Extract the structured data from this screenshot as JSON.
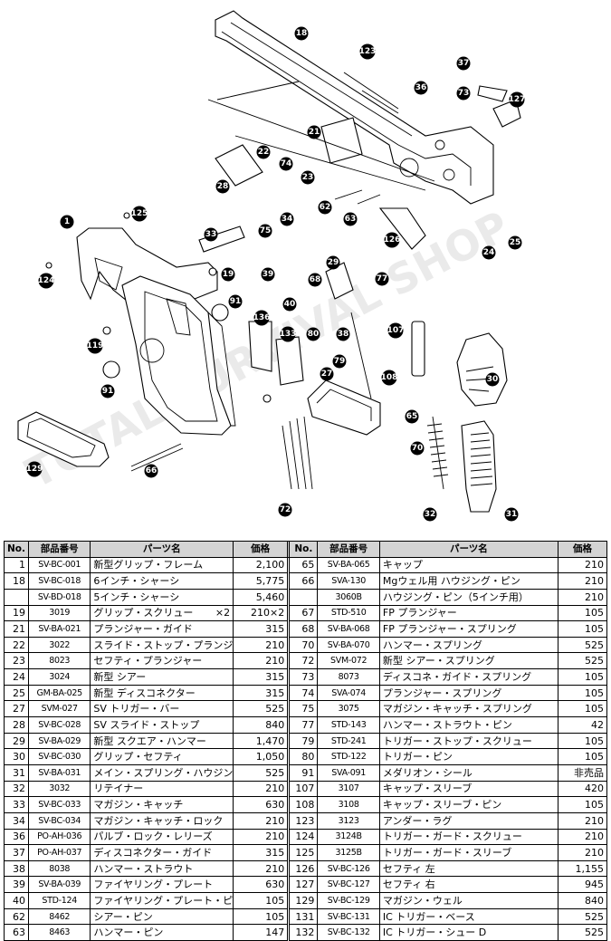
{
  "diagram": {
    "callouts": [
      "18",
      "123",
      "37",
      "36",
      "73",
      "127",
      "21",
      "22",
      "74",
      "23",
      "28",
      "125",
      "1",
      "34",
      "62",
      "63",
      "126",
      "24",
      "25",
      "33",
      "75",
      "29",
      "19",
      "39",
      "68",
      "77",
      "124",
      "91",
      "40",
      "136",
      "133",
      "80",
      "38",
      "107",
      "119",
      "27",
      "79",
      "108",
      "65",
      "30",
      "91",
      "129",
      "70",
      "66",
      "72",
      "32",
      "31"
    ],
    "watermark": "TOTAL SURVIVAL SHOP"
  },
  "table": {
    "headers": {
      "no": "No.",
      "code": "部品番号",
      "name": "パーツ名",
      "price": "価格"
    },
    "left": [
      {
        "no": "1",
        "code": "SV-BC-001",
        "name": "新型グリップ・フレーム",
        "price": "2,100"
      },
      {
        "no": "18",
        "code": "SV-BC-018",
        "name": "6インチ・シャーシ",
        "price": "5,775"
      },
      {
        "no": "",
        "code": "SV-BD-018",
        "name": "5インチ・シャーシ",
        "price": "5,460"
      },
      {
        "no": "19",
        "code": "3019",
        "name": "グリップ・スクリュー",
        "qty": "×2",
        "price": "210×2"
      },
      {
        "no": "21",
        "code": "SV-BA-021",
        "name": "プランジャー・ガイド",
        "price": "315"
      },
      {
        "no": "22",
        "code": "3022",
        "name": "スライド・ストップ・プランジャー",
        "price": "210"
      },
      {
        "no": "23",
        "code": "8023",
        "name": "セフティ・プランジャー",
        "price": "210"
      },
      {
        "no": "24",
        "code": "3024",
        "name": "新型 シアー",
        "price": "315"
      },
      {
        "no": "25",
        "code": "GM-BA-025",
        "name": "新型 ディスコネクター",
        "price": "315"
      },
      {
        "no": "27",
        "code": "SVM-027",
        "name": "SV トリガー・バー",
        "price": "525"
      },
      {
        "no": "28",
        "code": "SV-BC-028",
        "name": "SV スライド・ストップ",
        "price": "840"
      },
      {
        "no": "29",
        "code": "SV-BA-029",
        "name": "新型 スクエア・ハンマー",
        "price": "1,470"
      },
      {
        "no": "30",
        "code": "SV-BC-030",
        "name": "グリップ・セフティ",
        "price": "1,050"
      },
      {
        "no": "31",
        "code": "SV-BA-031",
        "name": "メイン・スプリング・ハウジング",
        "price": "525"
      },
      {
        "no": "32",
        "code": "3032",
        "name": "リテイナー",
        "price": "210"
      },
      {
        "no": "33",
        "code": "SV-BC-033",
        "name": "マガジン・キャッチ",
        "price": "630"
      },
      {
        "no": "34",
        "code": "SV-BC-034",
        "name": "マガジン・キャッチ・ロック",
        "price": "210"
      },
      {
        "no": "36",
        "code": "PO-AH-036",
        "name": "パルブ・ロック・レリーズ",
        "price": "210"
      },
      {
        "no": "37",
        "code": "PO-AH-037",
        "name": "ディスコネクター・ガイド",
        "price": "315"
      },
      {
        "no": "38",
        "code": "8038",
        "name": "ハンマー・ストラウト",
        "price": "210"
      },
      {
        "no": "39",
        "code": "SV-BA-039",
        "name": "ファイヤリング・プレート",
        "price": "630"
      },
      {
        "no": "40",
        "code": "STD-124",
        "name": "ファイヤリング・プレート・ピン",
        "price": "105"
      },
      {
        "no": "62",
        "code": "8462",
        "name": "シアー・ピン",
        "price": "105"
      },
      {
        "no": "63",
        "code": "8463",
        "name": "ハンマー・ピン",
        "price": "147"
      }
    ],
    "right": [
      {
        "no": "65",
        "code": "SV-BA-065",
        "name": "キャップ",
        "price": "210"
      },
      {
        "no": "66",
        "code": "SVA-130",
        "name": "Mgウェル用 ハウジング・ピン",
        "price": "210"
      },
      {
        "no": "",
        "code": "3060B",
        "name": "ハウジング・ピン（5インチ用）",
        "price": "210"
      },
      {
        "no": "67",
        "code": "STD-510",
        "name": "FP プランジャー",
        "price": "105"
      },
      {
        "no": "68",
        "code": "SV-BA-068",
        "name": "FP プランジャー・スプリング",
        "price": "105"
      },
      {
        "no": "70",
        "code": "SV-BA-070",
        "name": "ハンマー・スプリング",
        "price": "525"
      },
      {
        "no": "72",
        "code": "SVM-072",
        "name": "新型 シアー・スプリング",
        "price": "525"
      },
      {
        "no": "73",
        "code": "8073",
        "name": "ディスコネ・ガイド・スプリング",
        "price": "105"
      },
      {
        "no": "74",
        "code": "SVA-074",
        "name": "プランジャー・スプリング",
        "price": "105"
      },
      {
        "no": "75",
        "code": "3075",
        "name": "マガジン・キャッチ・スプリング",
        "price": "105"
      },
      {
        "no": "77",
        "code": "STD-143",
        "name": "ハンマー・ストラウト・ピン",
        "price": "42"
      },
      {
        "no": "79",
        "code": "STD-241",
        "name": "トリガー・ストップ・スクリュー",
        "price": "105"
      },
      {
        "no": "80",
        "code": "STD-122",
        "name": "トリガー・ピン",
        "price": "105"
      },
      {
        "no": "91",
        "code": "SVA-091",
        "name": "メダリオン・シール",
        "price": "非売品"
      },
      {
        "no": "107",
        "code": "3107",
        "name": "キャップ・スリーブ",
        "price": "420"
      },
      {
        "no": "108",
        "code": "3108",
        "name": "キャップ・スリーブ・ピン",
        "price": "105"
      },
      {
        "no": "123",
        "code": "3123",
        "name": "アンダー・ラグ",
        "price": "210"
      },
      {
        "no": "124",
        "code": "3124B",
        "name": "トリガー・ガード・スクリュー",
        "price": "210"
      },
      {
        "no": "125",
        "code": "3125B",
        "name": "トリガー・ガード・スリーブ",
        "price": "210"
      },
      {
        "no": "126",
        "code": "SV-BC-126",
        "name": "セフティ 左",
        "price": "1,155"
      },
      {
        "no": "127",
        "code": "SV-BC-127",
        "name": "セフティ 右",
        "price": "945"
      },
      {
        "no": "129",
        "code": "SV-BC-129",
        "name": "マガジン・ウェル",
        "price": "840"
      },
      {
        "no": "131",
        "code": "SV-BC-131",
        "name": "IC トリガー・ベース",
        "price": "525"
      },
      {
        "no": "132",
        "code": "SV-BC-132",
        "name": "IC トリガー・シュー D",
        "price": "525"
      }
    ]
  }
}
